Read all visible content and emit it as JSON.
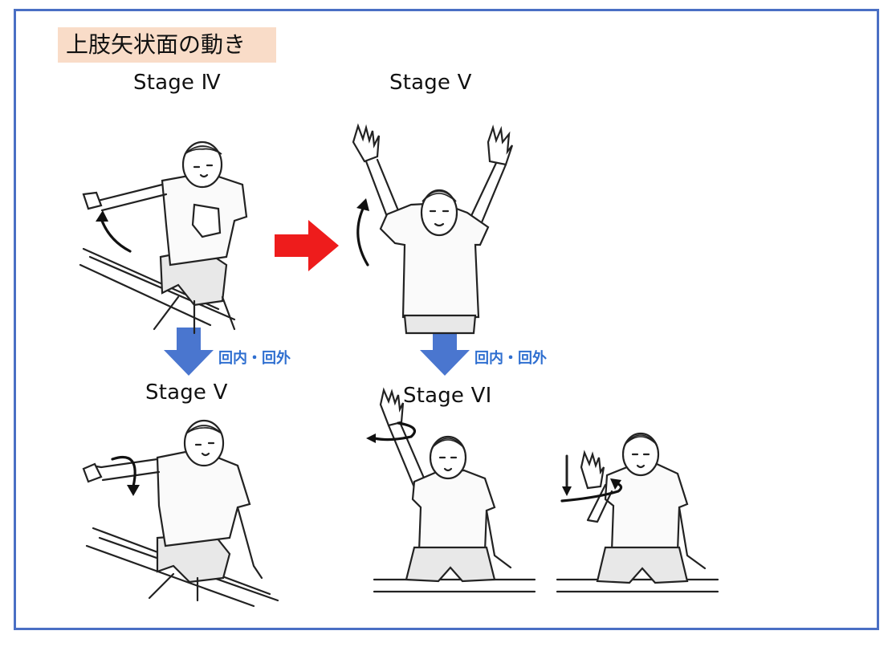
{
  "title": "上肢矢状面の動き",
  "stages": {
    "top_left": "Stage Ⅳ",
    "top_right": "Stage V",
    "bottom_left": "Stage V",
    "bottom_right": "Stage VI"
  },
  "notes": {
    "left": "回内・回外",
    "right": "回内・回外"
  },
  "colors": {
    "frame": "#4a6fc4",
    "title_bg": "#f9dcc8",
    "red_arrow": "#ee1c1c",
    "blue_arrow": "#4a76cf",
    "note_text": "#2f6fd0"
  }
}
